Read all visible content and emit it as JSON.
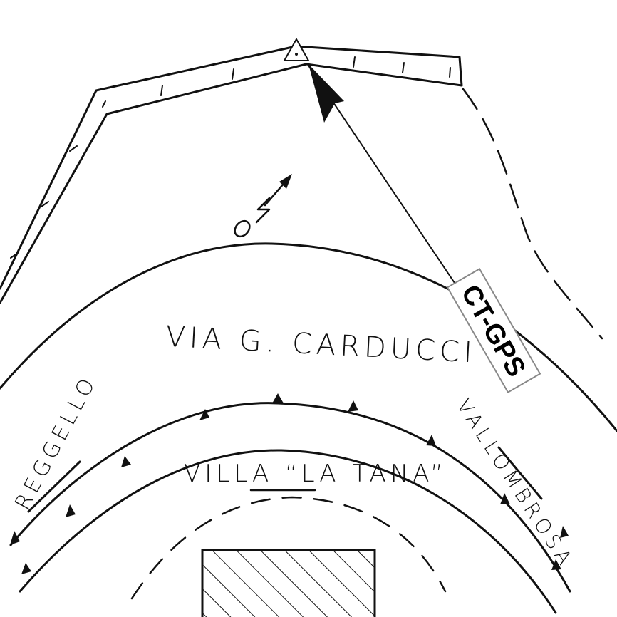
{
  "map": {
    "street_label": "VIA G. CARDUCCI",
    "villa_label": "VILLA “LA TANA”",
    "direction_left": "REGGELLO",
    "direction_right": "VALLOMBROSA",
    "station_badge": "CT-GPS",
    "north_symbol": "north-arrow-icon",
    "ink_color": "#111111"
  }
}
